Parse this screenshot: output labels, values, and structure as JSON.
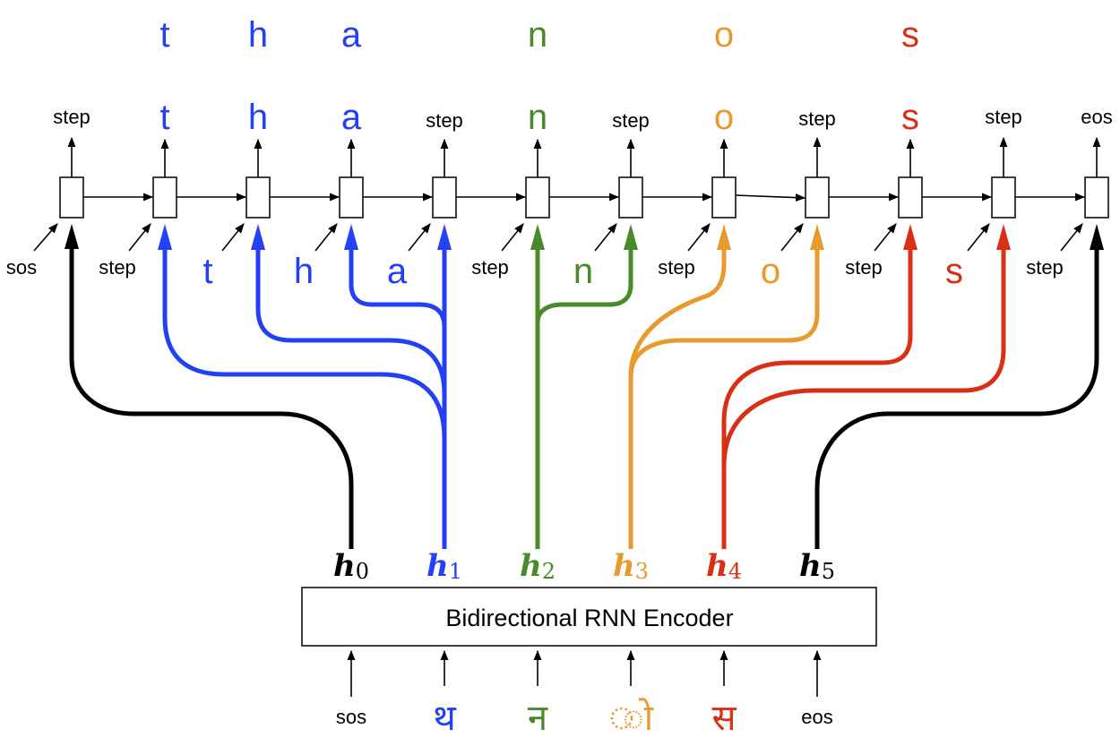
{
  "colors": {
    "black": "#000000",
    "blue": "#2340f5",
    "green": "#4b8a2a",
    "orange": "#e89a2e",
    "red": "#d93015"
  },
  "top_output": [
    "t",
    "h",
    "a",
    "n",
    "o",
    "s"
  ],
  "decoder_outputs": [
    "step",
    "t",
    "h",
    "a",
    "step",
    "n",
    "step",
    "o",
    "step",
    "s",
    "step",
    "eos"
  ],
  "decoder_inputs": [
    "sos",
    "step",
    "t",
    "h",
    "a",
    "step",
    "n",
    "step",
    "o",
    "step",
    "s",
    "step"
  ],
  "encoder_states": [
    {
      "base": "h",
      "sub": "0"
    },
    {
      "base": "h",
      "sub": "1"
    },
    {
      "base": "h",
      "sub": "2"
    },
    {
      "base": "h",
      "sub": "3"
    },
    {
      "base": "h",
      "sub": "4"
    },
    {
      "base": "h",
      "sub": "5"
    }
  ],
  "encoder_label": "Bidirectional RNN Encoder",
  "encoder_inputs": [
    "sos",
    "थ",
    "न",
    "ो",
    "स",
    "eos"
  ]
}
